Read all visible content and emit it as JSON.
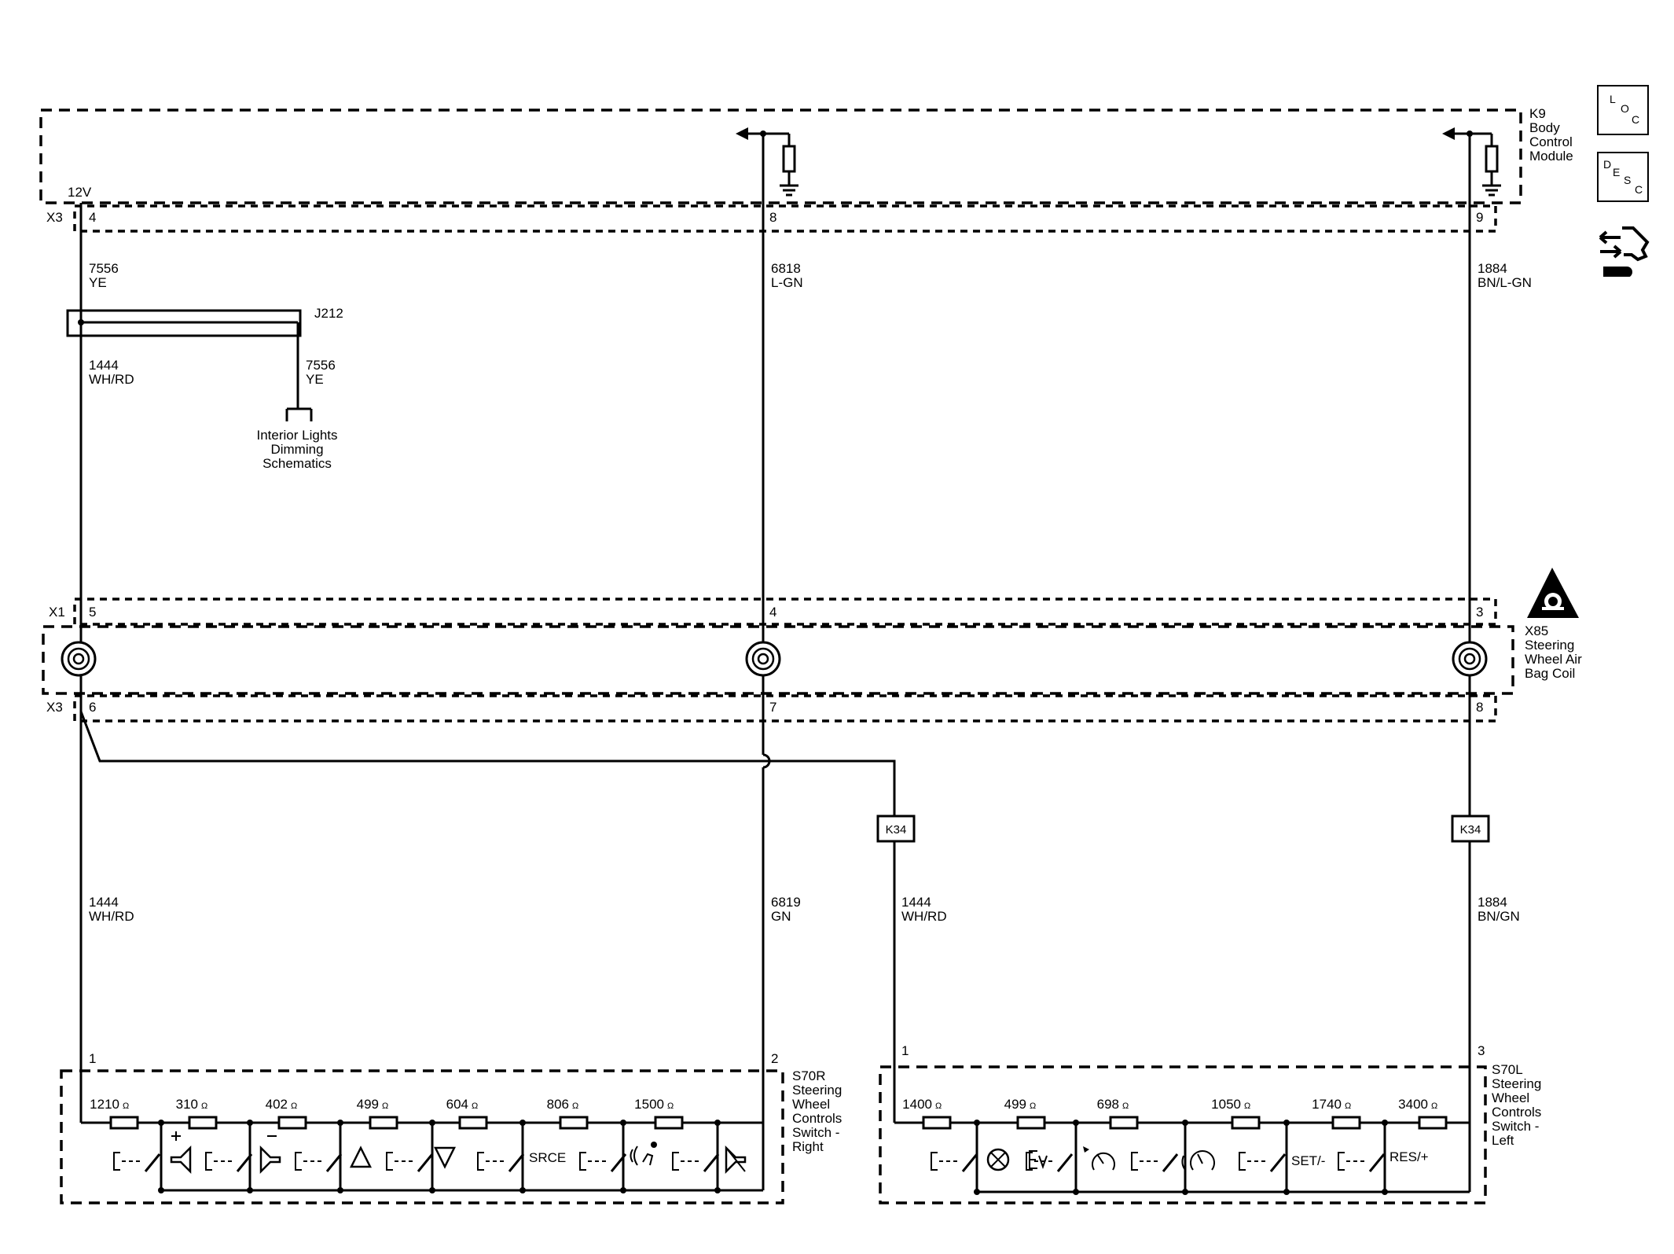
{
  "icons": {
    "loc": [
      "L",
      "O",
      "C"
    ],
    "desc": [
      "D",
      "E",
      "S",
      "C"
    ],
    "connector_icon": "connector-tool-icon",
    "airbag_warning": "airbag-warning-icon"
  },
  "modules": {
    "k9": {
      "lines": [
        "K9",
        "Body",
        "Control",
        "Module"
      ]
    },
    "x85": {
      "lines": [
        "X85",
        "Steering",
        "Wheel Air",
        "Bag Coil"
      ]
    },
    "s70r": {
      "lines": [
        "S70R",
        "Steering",
        "Wheel",
        "Controls",
        "Switch -",
        "Right"
      ]
    },
    "s70l": {
      "lines": [
        "S70L",
        "Steering",
        "Wheel",
        "Controls",
        "Switch -",
        "Left"
      ]
    }
  },
  "connectors": {
    "x3": "X3",
    "x1": "X1",
    "j212": "J212",
    "k34": "K34",
    "voltage": "12V"
  },
  "pins": {
    "k9_x3": [
      "4",
      "8",
      "9"
    ],
    "x1": [
      "5",
      "4",
      "3"
    ],
    "x3_lower": [
      "6",
      "7",
      "8"
    ],
    "s70r": [
      "1",
      "2"
    ],
    "s70l": [
      "1",
      "3"
    ]
  },
  "wires": {
    "w7556_top": {
      "circuit": "7556",
      "color": "YE"
    },
    "w6818": {
      "circuit": "6818",
      "color": "L-GN"
    },
    "w1884_top": {
      "circuit": "1884",
      "color": "BN/L-GN"
    },
    "w1444_upper": {
      "circuit": "1444",
      "color": "WH/RD"
    },
    "w7556_branch": {
      "circuit": "7556",
      "color": "YE"
    },
    "w1444_lower": {
      "circuit": "1444",
      "color": "WH/RD"
    },
    "w6819": {
      "circuit": "6819",
      "color": "GN"
    },
    "w1444_k34": {
      "circuit": "1444",
      "color": "WH/RD"
    },
    "w1884_lower": {
      "circuit": "1884",
      "color": "BN/GN"
    }
  },
  "reference": {
    "lines": [
      "Interior Lights",
      "Dimming",
      "Schematics"
    ]
  },
  "ohm": "Ω",
  "s70r_resistors": [
    "1210",
    "310",
    "402",
    "499",
    "604",
    "806",
    "1500"
  ],
  "s70l_resistors": [
    "1400",
    "499",
    "698",
    "1050",
    "1740",
    "3400"
  ],
  "switch_labels": {
    "srce": "SRCE",
    "set": "SET/-",
    "res": "RES/+"
  },
  "switch_icons": {
    "s70r": [
      "volume-up-icon",
      "volume-down-icon",
      "up-arrow-icon",
      "down-arrow-icon",
      "source-icon",
      "voice-command-icon",
      "mute-icon"
    ],
    "s70l": [
      "cruise-cancel-icon",
      "ev-mode-icon",
      "speed-limiter-icon",
      "cruise-control-icon",
      "set-minus-icon",
      "resume-plus-icon"
    ]
  }
}
